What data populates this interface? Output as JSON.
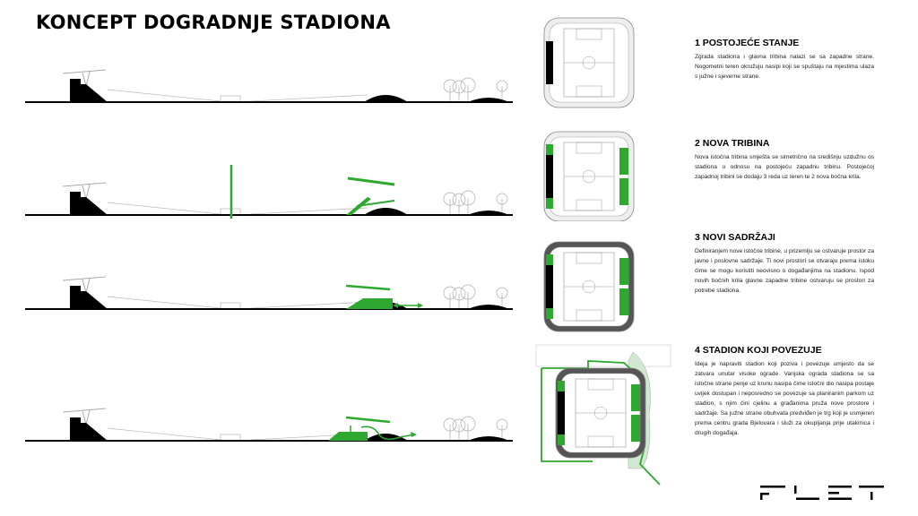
{
  "title": "KONCEPT DOGRADNJE STADIONA",
  "colors": {
    "accent": "#2ea82e",
    "ink": "#000000",
    "line": "#b0b0b0"
  },
  "steps": [
    {
      "heading": "1   POSTOJEĆE STANJE",
      "text": "Zgrada stadiona i glavna tribina nalazi se sa zapadne strane. Nogometni teren okružuju nasipi koji se spuštaju na mjestima ulaza s južne i sjeverne strane."
    },
    {
      "heading": "2   NOVA TRIBINA",
      "text": "Nova istočna tribina smješta se simetrično na središnju uzdužnu os stadiona u odnosu na postojeću zapadnu tribinu. Postojećoj zapadnoj tribini se dodaju 3 reda uz teren te 2 nova bočna krila."
    },
    {
      "heading": "3   NOVI SADRŽAJI",
      "text": "Definiranjem nove istočne tribine, u prizemlju se ostvaruje prostor za javne i poslovne sadržaje. Ti novi prostori se otvaraju prema istoku čime se mogu koristiti neovisno o događanjima na stadionu. Ispod novih bočnih krila glavne zapadne tribine ostvaruju se prostori za potrebe stadiona."
    },
    {
      "heading": "4   STADION KOJI POVEZUJE",
      "text": "Ideja je napraviti stadion koji poziva i povezuje umjesto da se zatvara unutar visoke ograde. Vanjska ograda stadiona se sa istočne strane penje uz krunu nasipa čime  istočni dio nasipa postaje uvijek dostupan i neposredno se povezuje sa planiranim parkom uz stadion, s njim čini cjelinu a građanima pruža nove prostore i sadržaje. Sa južne strane obuhvata predviđen je trg koji je usmjeren prema centru grada Bjelovara i služi za okupljanja prije utakmica i drugih događaja."
    }
  ],
  "logo": "FLET"
}
